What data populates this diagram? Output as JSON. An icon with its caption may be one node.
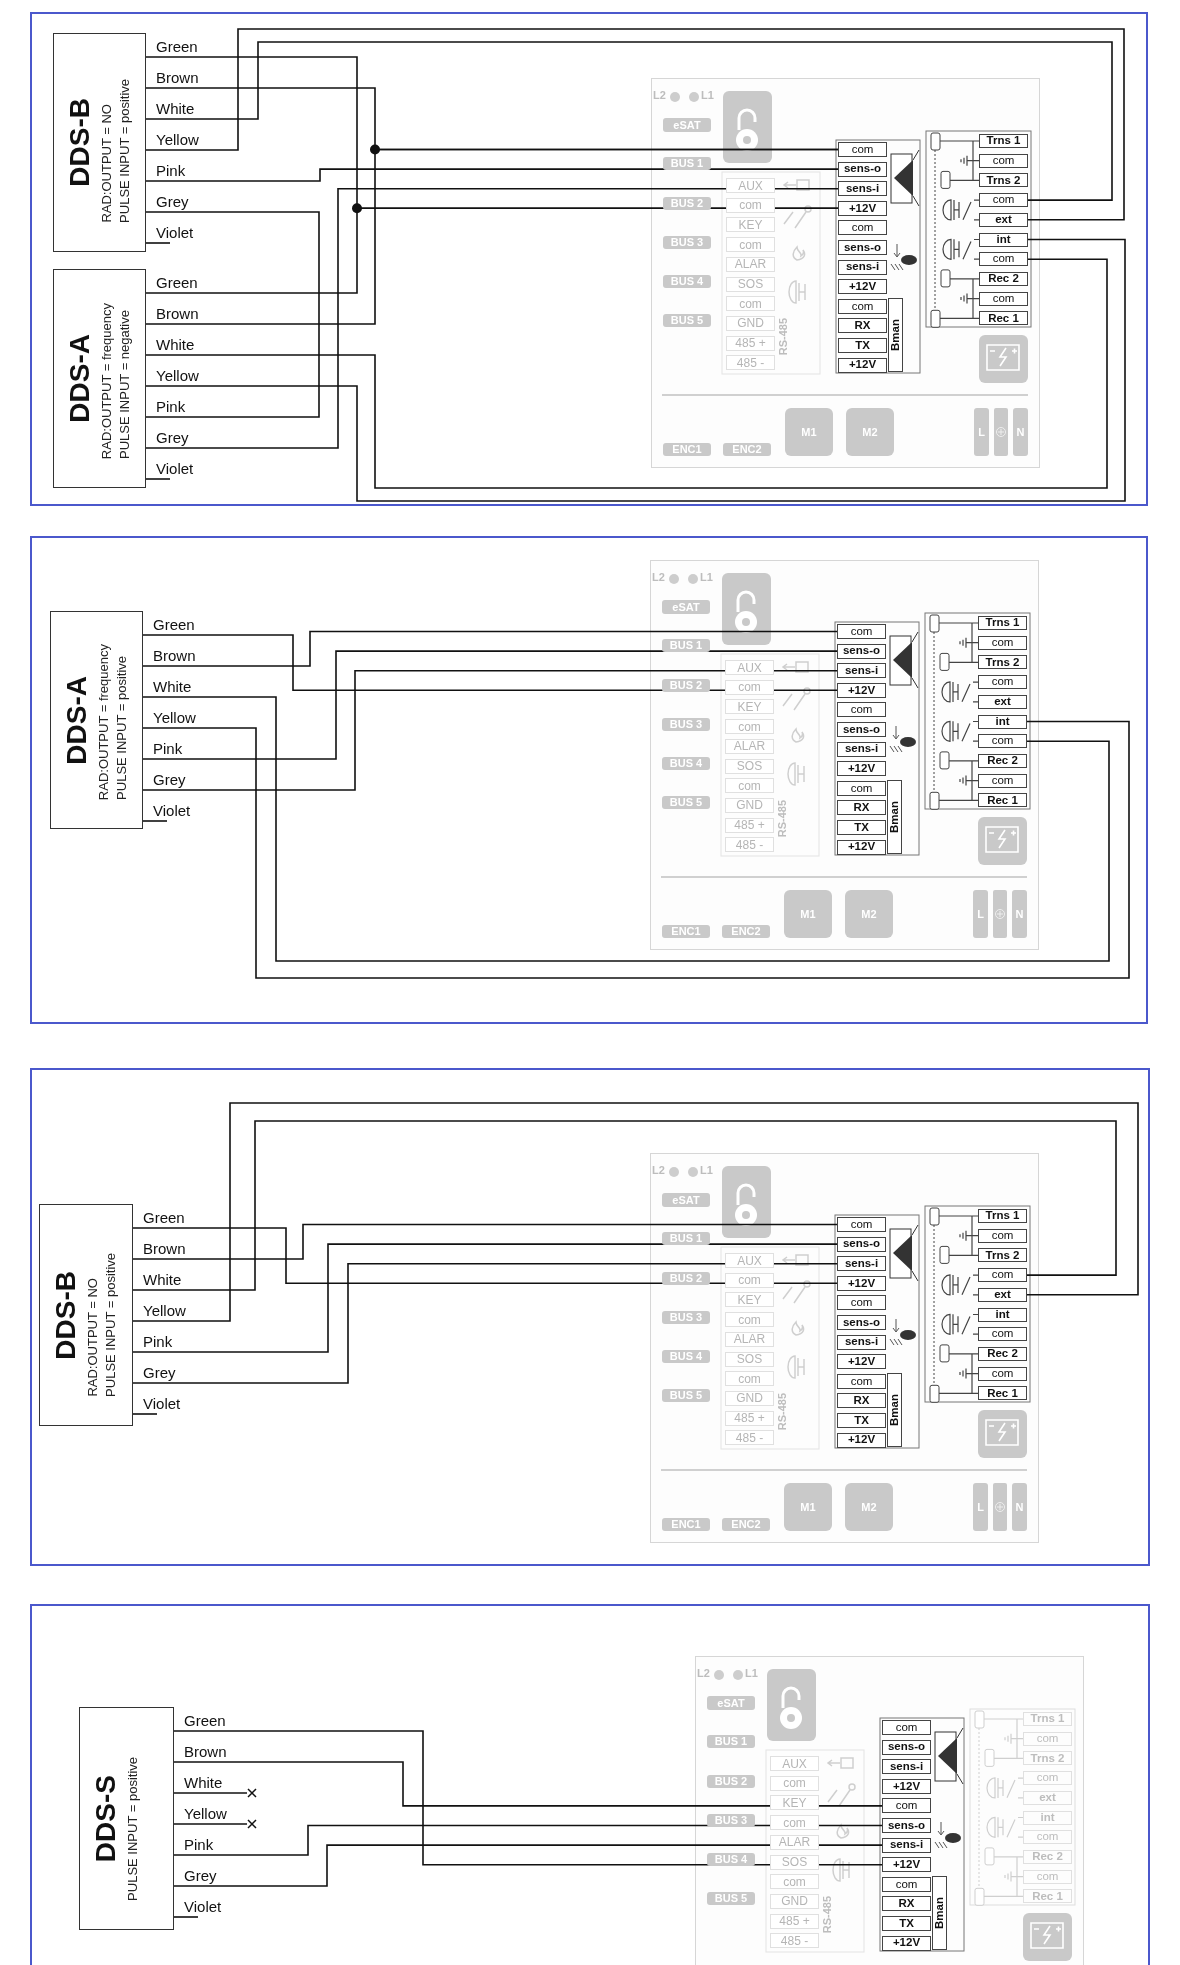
{
  "diagram": {
    "nodes": [
      {
        "text": [],
        "shape": "box"
      },
      {
        "text": [
          "DDS-B",
          "RAD:OUTPUT = NO",
          "PULSE INPUT = positive"
        ],
        "in": 0
      },
      {
        "text": [
          "Green"
        ],
        "in": 0
      },
      {
        "text": [
          "Brown"
        ],
        "in": 0
      },
      {
        "text": [
          "White"
        ],
        "in": 0
      },
      {
        "text": [
          "Yellow"
        ],
        "in": 0
      },
      {
        "text": [
          "Pink"
        ],
        "in": 0
      },
      {
        "text": [
          "Grey"
        ],
        "in": 0
      },
      {
        "text": [
          "Violet"
        ],
        "in": 0
      },
      {
        "text": [
          "DDS-A",
          "RAD:OUTPUT = frequency",
          "PULSE INPUT = negative"
        ],
        "in": 0
      },
      {
        "text": [
          "Green"
        ],
        "in": 0
      },
      {
        "text": [
          "Brown"
        ],
        "in": 0
      },
      {
        "text": [
          "White"
        ],
        "in": 0
      },
      {
        "text": [
          "Yellow"
        ],
        "in": 0
      },
      {
        "text": [
          "Pink"
        ],
        "in": 0
      },
      {
        "text": [
          "Grey"
        ],
        "in": 0
      },
      {
        "text": [
          "Violet"
        ],
        "in": 0
      },
      {
        "text": [],
        "shape": "box",
        "in": 0
      },
      {
        "text": [
          "eSAT"
        ],
        "in": 17
      },
      {
        "text": [
          "BUS 1"
        ],
        "in": 17
      },
      {
        "text": [
          "BUS 2"
        ],
        "in": 17
      },
      {
        "text": [
          "BUS 3"
        ],
        "in": 17
      },
      {
        "text": [
          "BUS 4"
        ],
        "in": 17
      },
      {
        "text": [
          "BUS 5"
        ],
        "in": 17
      },
      {
        "text": [
          "AUX"
        ],
        "in": 17
      },
      {
        "text": [
          "com"
        ],
        "in": 17
      },
      {
        "text": [
          "KEY"
        ],
        "in": 17
      },
      {
        "text": [
          "com"
        ],
        "in": 17
      },
      {
        "text": [
          "ALAR"
        ],
        "in": 17
      },
      {
        "text": [
          "SOS"
        ],
        "in": 17
      },
      {
        "text": [
          "com"
        ],
        "in": 17
      },
      {
        "text": [
          "GND"
        ],
        "in": 17
      },
      {
        "text": [
          "485 +"
        ],
        "in": 17
      },
      {
        "text": [
          "485 -"
        ],
        "in": 17
      },
      {
        "text": [
          "com"
        ],
        "in": 17
      },
      {
        "text": [
          "sens-o"
        ],
        "in": 17
      },
      {
        "text": [
          "sens-i"
        ],
        "in": 17
      },
      {
        "text": [
          "+12V"
        ],
        "in": 17
      },
      {
        "text": [
          "com"
        ],
        "in": 17
      },
      {
        "text": [
          "sens-o"
        ],
        "in": 17
      },
      {
        "text": [
          "sens-i"
        ],
        "in": 17
      },
      {
        "text": [
          "+12V"
        ],
        "in": 17
      },
      {
        "text": [
          "com"
        ],
        "in": 17
      },
      {
        "text": [
          "RX"
        ],
        "in": 17
      },
      {
        "text": [
          "TX"
        ],
        "in": 17
      },
      {
        "text": [
          "+12V"
        ],
        "in": 17
      },
      {
        "text": [
          "Bman"
        ],
        "in": 17
      },
      {
        "text": [
          "Trns 1"
        ],
        "in": 17
      },
      {
        "text": [
          "com"
        ],
        "in": 17
      },
      {
        "text": [
          "Trns 2"
        ],
        "in": 17
      },
      {
        "text": [
          "com"
        ],
        "in": 17
      },
      {
        "text": [
          "ext"
        ],
        "in": 17
      },
      {
        "text": [
          "int"
        ],
        "in": 17
      },
      {
        "text": [
          "com"
        ],
        "in": 17
      },
      {
        "text": [
          "Rec 2"
        ],
        "in": 17
      },
      {
        "text": [
          "com"
        ],
        "in": 17
      },
      {
        "text": [
          "Rec 1"
        ],
        "in": 17
      },
      {
        "text": [
          "M1"
        ],
        "in": 17
      },
      {
        "text": [
          "M2"
        ],
        "in": 17
      },
      {
        "text": [
          "L"
        ],
        "in": 17
      },
      {
        "text": [],
        "shape": "bar",
        "in": 17
      },
      {
        "text": [
          "N"
        ],
        "in": 17
      },
      {
        "text": [
          "ENC1"
        ],
        "in": 17
      },
      {
        "text": [
          "ENC2"
        ],
        "in": 17
      },
      {
        "text": [],
        "shape": "box"
      },
      {
        "text": [
          "DDS-A",
          "RAD:OUTPUT = frequency",
          "PULSE INPUT = positive"
        ],
        "in": 64
      },
      {
        "text": [
          "Green"
        ],
        "in": 64
      },
      {
        "text": [
          "Brown"
        ],
        "in": 64
      },
      {
        "text": [
          "White"
        ],
        "in": 64
      },
      {
        "text": [
          "Yellow"
        ],
        "in": 64
      },
      {
        "text": [
          "Pink"
        ],
        "in": 64
      },
      {
        "text": [
          "Grey"
        ],
        "in": 64
      },
      {
        "text": [
          "Violet"
        ],
        "in": 64
      },
      {
        "text": [],
        "shape": "box",
        "in": 64
      },
      {
        "text": [
          "eSAT"
        ],
        "in": 73
      },
      {
        "text": [
          "BUS 1"
        ],
        "in": 73
      },
      {
        "text": [
          "BUS 2"
        ],
        "in": 73
      },
      {
        "text": [
          "BUS 3"
        ],
        "in": 73
      },
      {
        "text": [
          "BUS 4"
        ],
        "in": 73
      },
      {
        "text": [
          "BUS 5"
        ],
        "in": 73
      },
      {
        "text": [
          "AUX"
        ],
        "in": 73
      },
      {
        "text": [
          "com"
        ],
        "in": 73
      },
      {
        "text": [
          "KEY"
        ],
        "in": 73
      },
      {
        "text": [
          "com"
        ],
        "in": 73
      },
      {
        "text": [
          "ALAR"
        ],
        "in": 73
      },
      {
        "text": [
          "SOS"
        ],
        "in": 73
      },
      {
        "text": [
          "com"
        ],
        "in": 73
      },
      {
        "text": [
          "GND"
        ],
        "in": 73
      },
      {
        "text": [
          "485 +"
        ],
        "in": 73
      },
      {
        "text": [
          "485 -"
        ],
        "in": 73
      },
      {
        "text": [
          "com"
        ],
        "in": 73
      },
      {
        "text": [
          "sens-o"
        ],
        "in": 73
      },
      {
        "text": [
          "sens-i"
        ],
        "in": 73
      },
      {
        "text": [
          "+12V"
        ],
        "in": 73
      },
      {
        "text": [
          "com"
        ],
        "in": 73
      },
      {
        "text": [
          "sens-o"
        ],
        "in": 73
      },
      {
        "text": [
          "sens-i"
        ],
        "in": 73
      },
      {
        "text": [
          "+12V"
        ],
        "in": 73
      },
      {
        "text": [
          "com"
        ],
        "in": 73
      },
      {
        "text": [
          "RX"
        ],
        "in": 73
      },
      {
        "text": [
          "TX"
        ],
        "in": 73
      },
      {
        "text": [
          "+12V"
        ],
        "in": 73
      },
      {
        "text": [
          "Bman"
        ],
        "in": 73
      },
      {
        "text": [
          "Trns 1"
        ],
        "in": 73
      },
      {
        "text": [
          "com"
        ],
        "in": 73
      },
      {
        "text": [
          "Trns 2"
        ],
        "in": 73
      },
      {
        "text": [
          "com"
        ],
        "in": 73
      },
      {
        "text": [
          "ext"
        ],
        "in": 73
      },
      {
        "text": [
          "int"
        ],
        "in": 73
      },
      {
        "text": [
          "com"
        ],
        "in": 73
      },
      {
        "text": [
          "Rec 2"
        ],
        "in": 73
      },
      {
        "text": [
          "com"
        ],
        "in": 73
      },
      {
        "text": [
          "Rec 1"
        ],
        "in": 73
      },
      {
        "text": [
          "M1"
        ],
        "in": 73
      },
      {
        "text": [
          "M2"
        ],
        "in": 73
      },
      {
        "text": [
          "L"
        ],
        "in": 73
      },
      {
        "text": [],
        "shape": "bar",
        "in": 73
      },
      {
        "text": [
          "N"
        ],
        "in": 73
      },
      {
        "text": [
          "ENC1"
        ],
        "in": 73
      },
      {
        "text": [
          "ENC2"
        ],
        "in": 73
      },
      {
        "text": [],
        "shape": "box"
      },
      {
        "text": [
          "DDS-B",
          "RAD:OUTPUT = NO",
          "PULSE INPUT = positive"
        ],
        "in": 120
      },
      {
        "text": [
          "Green"
        ],
        "in": 120
      },
      {
        "text": [
          "Brown"
        ],
        "in": 120
      },
      {
        "text": [
          "White"
        ],
        "in": 120
      },
      {
        "text": [
          "Yellow"
        ],
        "in": 120
      },
      {
        "text": [
          "Pink"
        ],
        "in": 120
      },
      {
        "text": [
          "Grey"
        ],
        "in": 120
      },
      {
        "text": [
          "Violet"
        ],
        "in": 120
      },
      {
        "text": [],
        "shape": "box",
        "in": 120
      },
      {
        "text": [
          "eSAT"
        ],
        "in": 129
      },
      {
        "text": [
          "BUS 1"
        ],
        "in": 129
      },
      {
        "text": [
          "BUS 2"
        ],
        "in": 129
      },
      {
        "text": [
          "BUS 3"
        ],
        "in": 129
      },
      {
        "text": [
          "BUS 4"
        ],
        "in": 129
      },
      {
        "text": [
          "BUS 5"
        ],
        "in": 129
      },
      {
        "text": [
          "AUX"
        ],
        "in": 129
      },
      {
        "text": [
          "com"
        ],
        "in": 129
      },
      {
        "text": [
          "KEY"
        ],
        "in": 129
      },
      {
        "text": [
          "com"
        ],
        "in": 129
      },
      {
        "text": [
          "ALAR"
        ],
        "in": 129
      },
      {
        "text": [
          "SOS"
        ],
        "in": 129
      },
      {
        "text": [
          "com"
        ],
        "in": 129
      },
      {
        "text": [
          "GND"
        ],
        "in": 129
      },
      {
        "text": [
          "485 +"
        ],
        "in": 129
      },
      {
        "text": [
          "485 -"
        ],
        "in": 129
      },
      {
        "text": [
          "com"
        ],
        "in": 129
      },
      {
        "text": [
          "sens-o"
        ],
        "in": 129
      },
      {
        "text": [
          "sens-i"
        ],
        "in": 129
      },
      {
        "text": [
          "+12V"
        ],
        "in": 129
      },
      {
        "text": [
          "com"
        ],
        "in": 129
      },
      {
        "text": [
          "sens-o"
        ],
        "in": 129
      },
      {
        "text": [
          "sens-i"
        ],
        "in": 129
      },
      {
        "text": [
          "+12V"
        ],
        "in": 129
      },
      {
        "text": [
          "com"
        ],
        "in": 129
      },
      {
        "text": [
          "RX"
        ],
        "in": 129
      },
      {
        "text": [
          "TX"
        ],
        "in": 129
      },
      {
        "text": [
          "+12V"
        ],
        "in": 129
      },
      {
        "text": [
          "Bman"
        ],
        "in": 129
      },
      {
        "text": [
          "Trns 1"
        ],
        "in": 129
      },
      {
        "text": [
          "com"
        ],
        "in": 129
      },
      {
        "text": [
          "Trns 2"
        ],
        "in": 129
      },
      {
        "text": [
          "com"
        ],
        "in": 129
      },
      {
        "text": [
          "ext"
        ],
        "in": 129
      },
      {
        "text": [
          "int"
        ],
        "in": 129
      },
      {
        "text": [
          "com"
        ],
        "in": 129
      },
      {
        "text": [
          "Rec 2"
        ],
        "in": 129
      },
      {
        "text": [
          "com"
        ],
        "in": 129
      },
      {
        "text": [
          "Rec 1"
        ],
        "in": 129
      },
      {
        "text": [
          "M1"
        ],
        "in": 129
      },
      {
        "text": [
          "M2"
        ],
        "in": 129
      },
      {
        "text": [
          "L"
        ],
        "in": 129
      },
      {
        "text": [],
        "shape": "bar",
        "in": 129
      },
      {
        "text": [
          "N"
        ],
        "in": 129
      },
      {
        "text": [
          "ENC1"
        ],
        "in": 129
      },
      {
        "text": [
          "ENC2"
        ],
        "in": 129
      },
      {
        "text": [],
        "shape": "box"
      },
      {
        "text": [
          "DDS-S",
          "PULSE INPUT = positive"
        ],
        "in": 176
      },
      {
        "text": [
          "Green"
        ],
        "in": 176
      },
      {
        "text": [
          "Brown"
        ],
        "in": 176
      },
      {
        "text": [
          "White"
        ],
        "in": 176
      },
      {
        "text": [
          "Yellow"
        ],
        "in": 176
      },
      {
        "text": [
          "Pink"
        ],
        "in": 176
      },
      {
        "text": [
          "Grey"
        ],
        "in": 176
      },
      {
        "text": [
          "Violet"
        ],
        "in": 176
      },
      {
        "text": [],
        "shape": "box",
        "in": 176
      },
      {
        "text": [
          "eSAT"
        ],
        "in": 185
      },
      {
        "text": [
          "BUS 1"
        ],
        "in": 185
      },
      {
        "text": [
          "BUS 2"
        ],
        "in": 185
      },
      {
        "text": [
          "BUS 3"
        ],
        "in": 185
      },
      {
        "text": [
          "BUS 4"
        ],
        "in": 185
      },
      {
        "text": [
          "BUS 5"
        ],
        "in": 185
      },
      {
        "text": [
          "AUX"
        ],
        "in": 185
      },
      {
        "text": [
          "com"
        ],
        "in": 185
      },
      {
        "text": [
          "KEY"
        ],
        "in": 185
      },
      {
        "text": [
          "com"
        ],
        "in": 185
      },
      {
        "text": [
          "ALAR"
        ],
        "in": 185
      },
      {
        "text": [
          "SOS"
        ],
        "in": 185
      },
      {
        "text": [
          "com"
        ],
        "in": 185
      },
      {
        "text": [
          "GND"
        ],
        "in": 185
      },
      {
        "text": [
          "485 +"
        ],
        "in": 185
      },
      {
        "text": [
          "485 -"
        ],
        "in": 185
      },
      {
        "text": [
          "com"
        ],
        "in": 185
      },
      {
        "text": [
          "sens-o"
        ],
        "in": 185
      },
      {
        "text": [
          "sens-i"
        ],
        "in": 185
      },
      {
        "text": [
          "+12V"
        ],
        "in": 185
      },
      {
        "text": [
          "com"
        ],
        "in": 185
      },
      {
        "text": [
          "sens-o"
        ],
        "in": 185
      },
      {
        "text": [
          "sens-i"
        ],
        "in": 185
      },
      {
        "text": [
          "+12V"
        ],
        "in": 185
      },
      {
        "text": [
          "com"
        ],
        "in": 185
      },
      {
        "text": [
          "RX"
        ],
        "in": 185
      },
      {
        "text": [
          "TX"
        ],
        "in": 185
      },
      {
        "text": [
          "+12V"
        ],
        "in": 185
      },
      {
        "text": [
          "Bman"
        ],
        "in": 185
      },
      {
        "text": [
          "Trns 1"
        ],
        "in": 185
      },
      {
        "text": [
          "com"
        ],
        "in": 185
      },
      {
        "text": [
          "Trns 2"
        ],
        "in": 185
      },
      {
        "text": [
          "com"
        ],
        "in": 185
      },
      {
        "text": [
          "ext"
        ],
        "in": 185
      },
      {
        "text": [
          "int"
        ],
        "in": 185
      },
      {
        "text": [
          "com"
        ],
        "in": 185
      },
      {
        "text": [
          "Rec 2"
        ],
        "in": 185
      },
      {
        "text": [
          "com"
        ],
        "in": 185
      },
      {
        "text": [
          "Rec 1"
        ],
        "in": 185
      },
      {
        "text": [],
        "shape": "cross",
        "in": 176
      },
      {
        "text": [],
        "shape": "cross",
        "in": 176
      }
    ],
    "edges": [
      {
        "from": 2,
        "to": 37,
        "arrow": "none"
      },
      {
        "from": 10,
        "to": 37,
        "arrow": "none"
      },
      {
        "from": 3,
        "to": 34,
        "arrow": "none"
      },
      {
        "from": 11,
        "to": 34,
        "arrow": "none"
      },
      {
        "from": 6,
        "to": 35,
        "arrow": "none"
      },
      {
        "from": 15,
        "to": 36,
        "arrow": "none"
      },
      {
        "from": 7,
        "to": 14,
        "arrow": "none"
      },
      {
        "from": 5,
        "to": 51,
        "arrow": "none"
      },
      {
        "from": 4,
        "to": 50,
        "arrow": "none"
      },
      {
        "from": 12,
        "to": 53,
        "arrow": "none"
      },
      {
        "from": 13,
        "to": 52,
        "arrow": "none"
      },
      {
        "from": 8,
        "to": null,
        "arrow": "none"
      },
      {
        "from": 16,
        "to": null,
        "arrow": "none"
      },
      {
        "from": 66,
        "to": 93,
        "arrow": "none"
      },
      {
        "from": 67,
        "to": 90,
        "arrow": "none"
      },
      {
        "from": 70,
        "to": 91,
        "arrow": "none"
      },
      {
        "from": 71,
        "to": 92,
        "arrow": "none"
      },
      {
        "from": 68,
        "to": 109,
        "arrow": "none"
      },
      {
        "from": 69,
        "to": 108,
        "arrow": "none"
      },
      {
        "from": 72,
        "to": null,
        "arrow": "none"
      },
      {
        "from": 122,
        "to": 149,
        "arrow": "none"
      },
      {
        "from": 123,
        "to": 146,
        "arrow": "none"
      },
      {
        "from": 126,
        "to": 147,
        "arrow": "none"
      },
      {
        "from": 127,
        "to": 148,
        "arrow": "none"
      },
      {
        "from": 124,
        "to": 162,
        "arrow": "none"
      },
      {
        "from": 125,
        "to": 163,
        "arrow": "none"
      },
      {
        "from": 128,
        "to": null,
        "arrow": "none"
      },
      {
        "from": 178,
        "to": 209,
        "arrow": "none"
      },
      {
        "from": 179,
        "to": 206,
        "arrow": "none"
      },
      {
        "from": 182,
        "to": 207,
        "arrow": "none"
      },
      {
        "from": 183,
        "to": 208,
        "arrow": "none"
      },
      {
        "from": 180,
        "to": 225,
        "arrow": "none"
      },
      {
        "from": 181,
        "to": 226,
        "arrow": "none"
      },
      {
        "from": 184,
        "to": null,
        "arrow": "none"
      }
    ],
    "labels": [
      "L2",
      "L1",
      "RS-485",
      "L2",
      "L1",
      "RS-485",
      "L2",
      "L1",
      "RS-485",
      "L2",
      "L1",
      "RS-485"
    ]
  }
}
